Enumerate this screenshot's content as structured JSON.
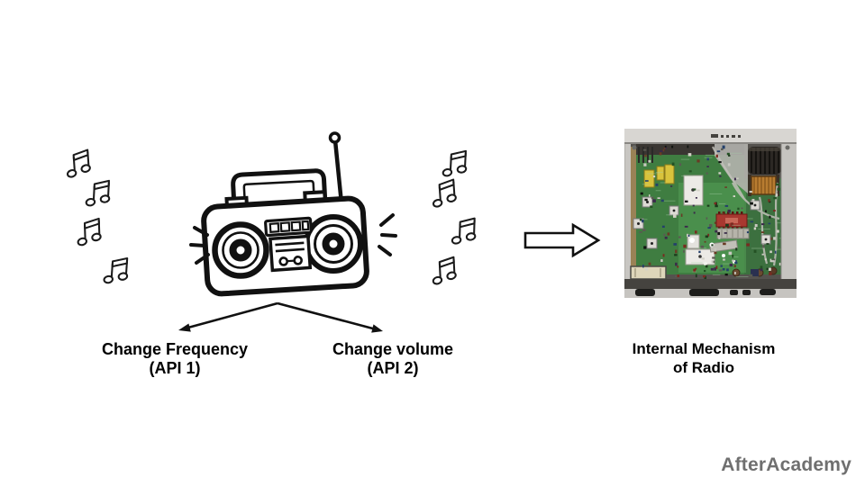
{
  "slide": {
    "background": "#ffffff",
    "watermark": "AfterAcademy"
  },
  "radio": {
    "sketch_name": "hand-drawn boombox radio",
    "apis": [
      {
        "line1": "Change Frequency",
        "line2": "(API 1)"
      },
      {
        "line1": "Change volume",
        "line2": "(API 2)"
      }
    ]
  },
  "internal": {
    "line1": "Internal Mechanism",
    "line2": "of Radio"
  },
  "icons": {
    "music_note": "beamed-eighth-notes",
    "transition_arrow": "hollow-right-block-arrow",
    "fanout_arrows": "two-diagonal-arrows"
  },
  "colors": {
    "ink": "#111111",
    "watermark_gray": "#6f6f6f",
    "pcb_green": "#3f7d41",
    "pcb_green_light": "#55a258",
    "pcb_green_right": "#3c703f",
    "copper": "#b87c30",
    "capacitor_yellow": "#d9c33c",
    "component_red": "#a83830",
    "chassis_gray": "#c8c6c2"
  }
}
